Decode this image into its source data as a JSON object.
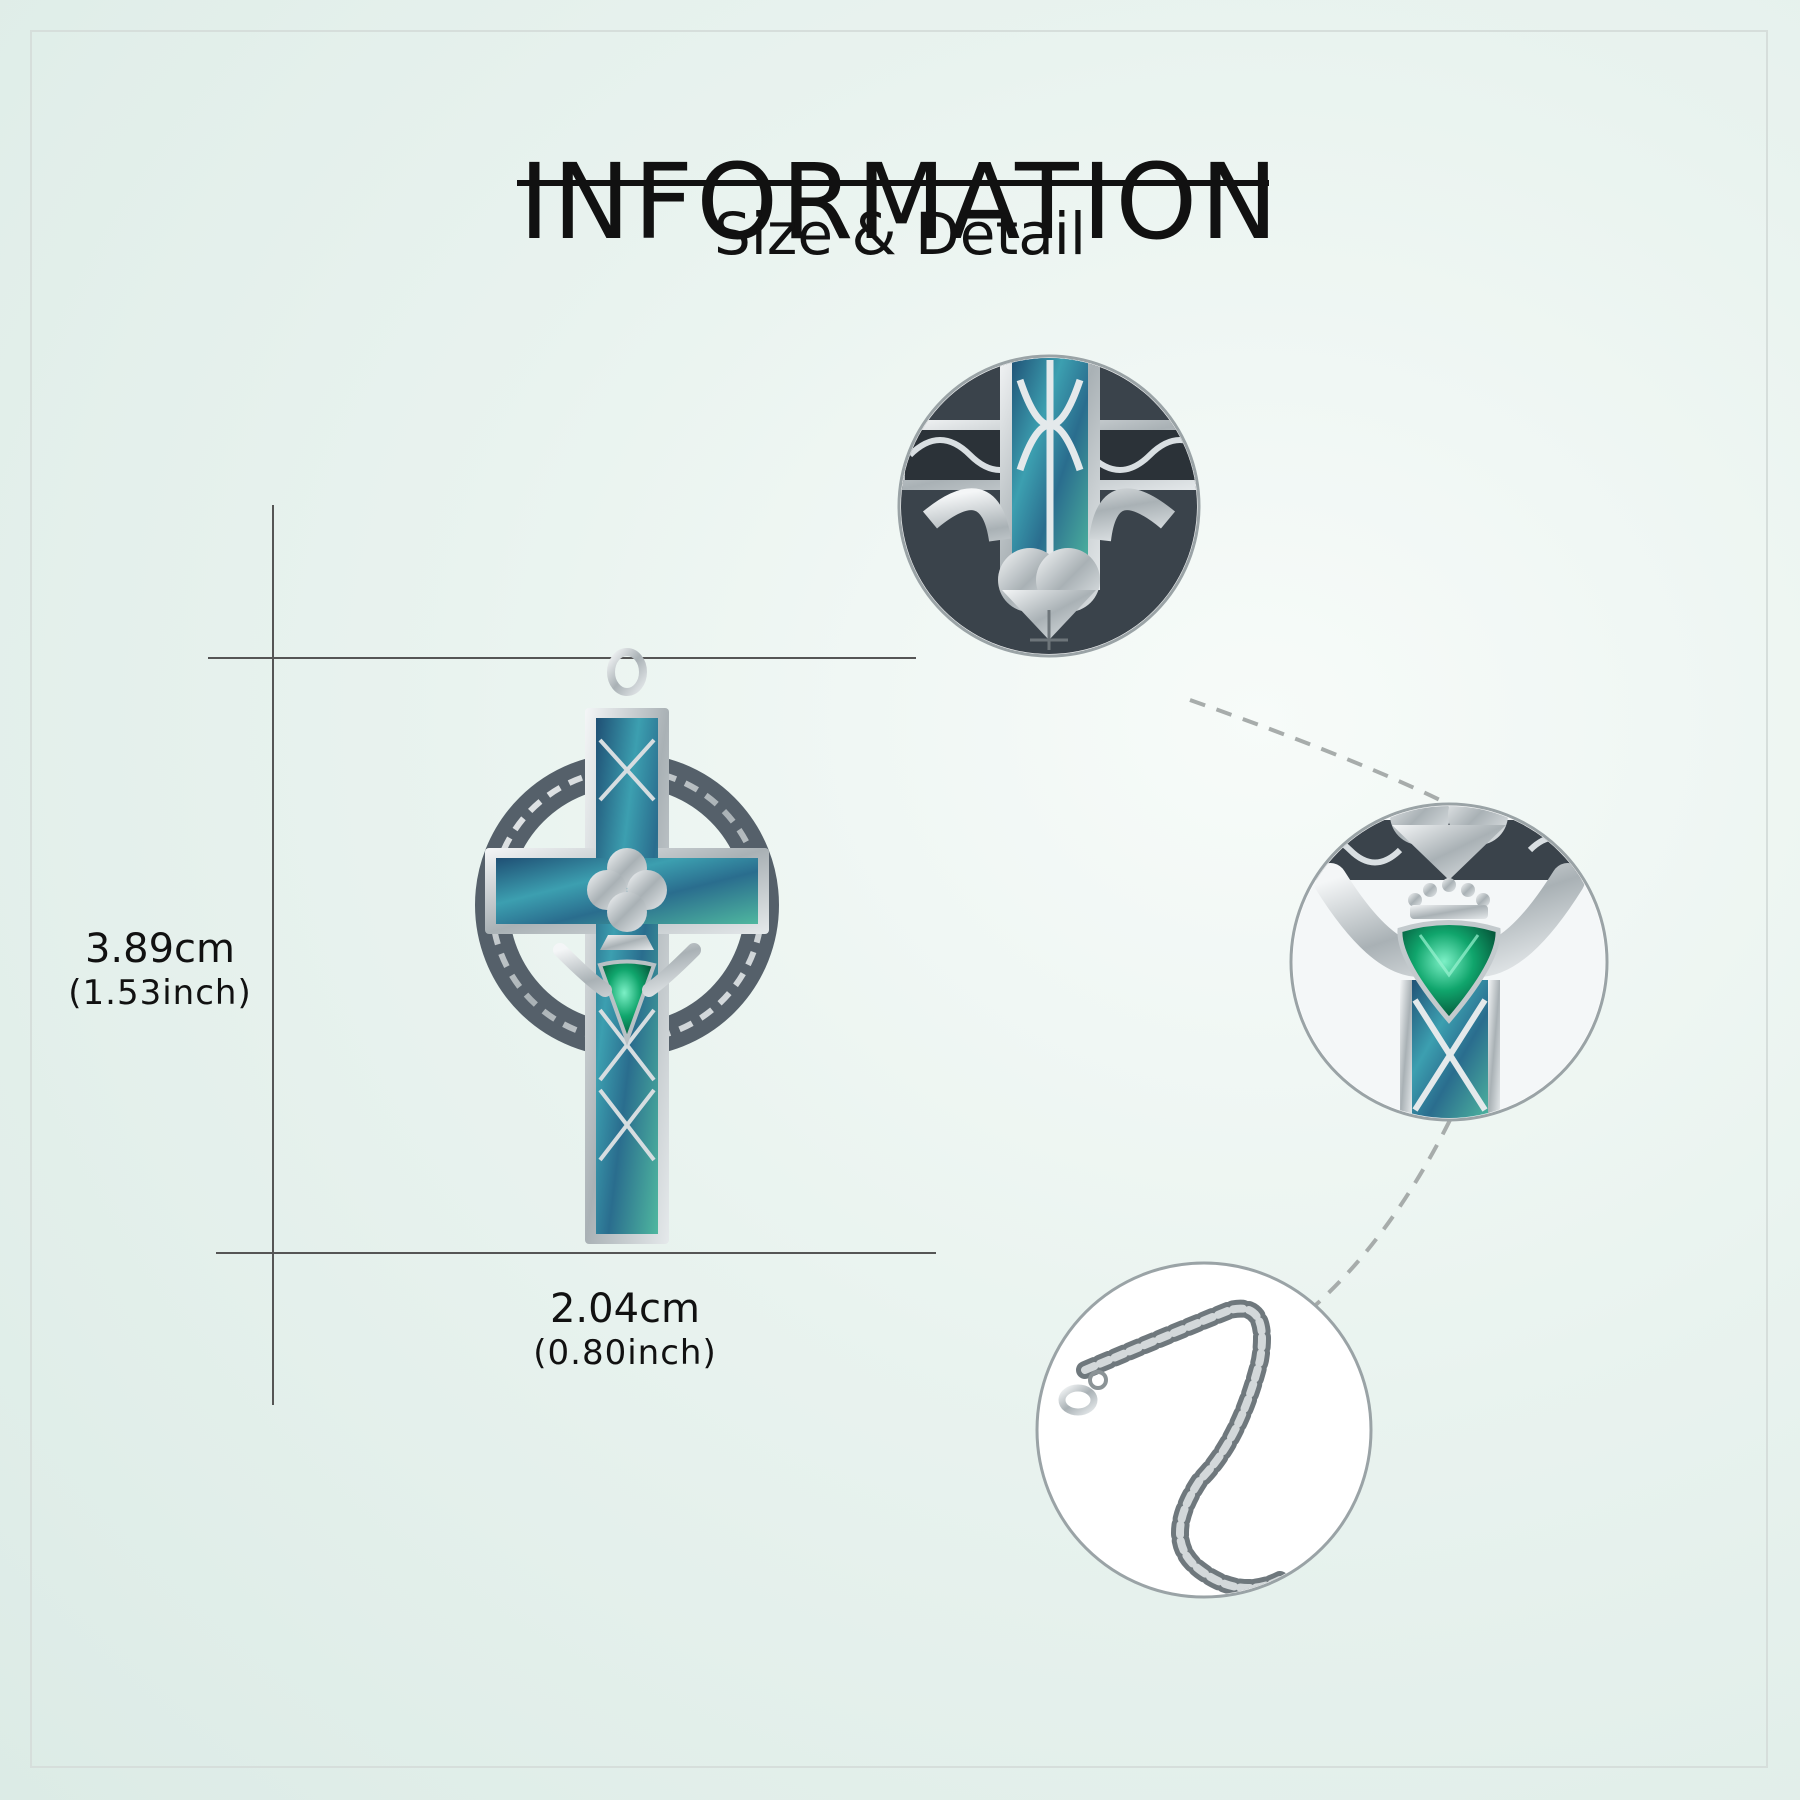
{
  "header": {
    "title": "INFORMATION",
    "subtitle": "Size & Detail"
  },
  "dimensions": {
    "height": {
      "metric": "3.89cm",
      "imperial": "(1.53inch)"
    },
    "width": {
      "metric": "2.04cm",
      "imperial": "(0.80inch)"
    }
  },
  "colors": {
    "background": "#e6f1ed",
    "silver": "#c9cfd2",
    "abalone_blue": "#2e7f9a",
    "abalone_teal": "#5fb3a8",
    "emerald": "#11a06a",
    "text": "#111111"
  }
}
